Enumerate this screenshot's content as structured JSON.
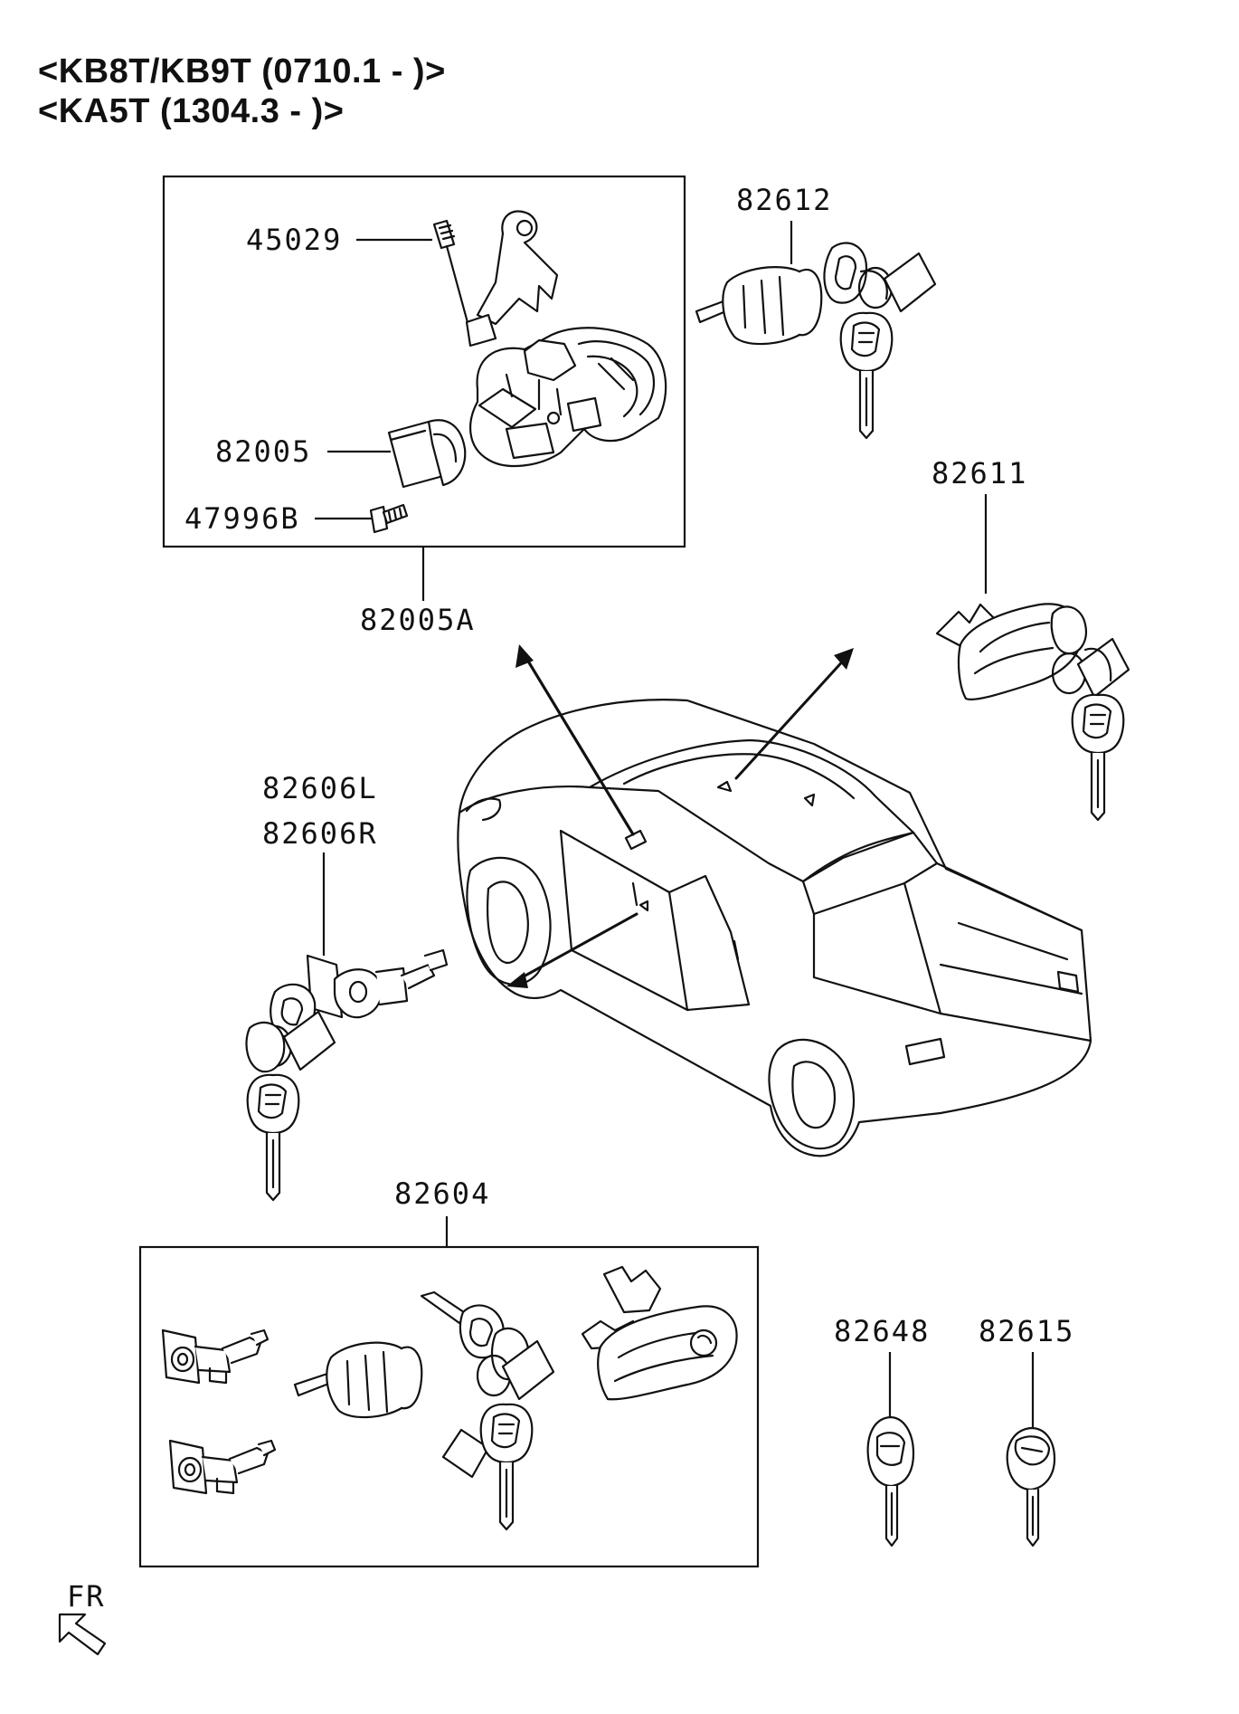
{
  "header": {
    "line1": "<KB8T/KB9T (0710.1 - )>",
    "line2": "<KA5T (1304.3 - )>"
  },
  "parts": {
    "p45029": "45029",
    "p82005": "82005",
    "p47996B": "47996B",
    "p82005A": "82005A",
    "p82612": "82612",
    "p82611": "82611",
    "p82606L": "82606L",
    "p82606R": "82606R",
    "p82604": "82604",
    "p82648": "82648",
    "p82615": "82615"
  },
  "orientation": {
    "label": "FR"
  },
  "colors": {
    "line": "#111111",
    "background": "#ffffff"
  }
}
